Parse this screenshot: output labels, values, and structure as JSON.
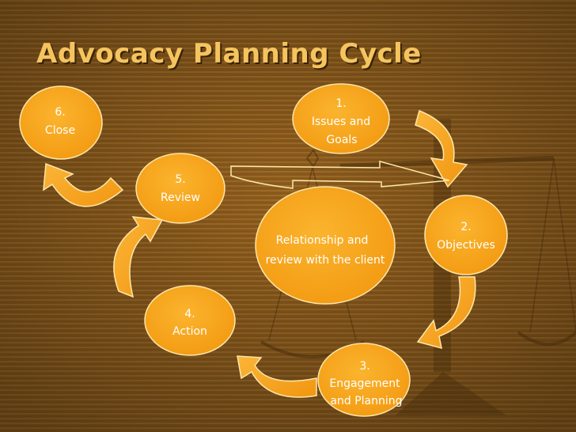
{
  "title": "Advocacy Planning Cycle",
  "colors": {
    "background": "#8a5a1c",
    "stripe": "#b07a30",
    "node_fill": "#f7a11b",
    "node_stroke": "#fde7a8",
    "title": "#f5c45e"
  },
  "center": {
    "line1": "Relationship and",
    "line2": "review with the client"
  },
  "nodes": [
    {
      "num": "1.",
      "line1": "Issues and",
      "line2": "Goals"
    },
    {
      "num": "2.",
      "line1": "Objectives",
      "line2": ""
    },
    {
      "num": "3.",
      "line1": "Engagement",
      "line2": "and Planning"
    },
    {
      "num": "4.",
      "line1": "Action",
      "line2": ""
    },
    {
      "num": "5.",
      "line1": "Review",
      "line2": ""
    },
    {
      "num": "6.",
      "line1": "Close",
      "line2": ""
    }
  ]
}
